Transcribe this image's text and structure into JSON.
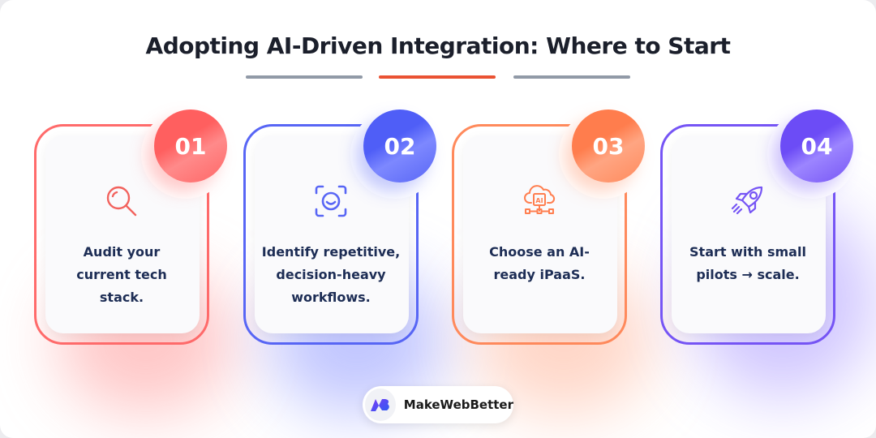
{
  "title": "Adopting AI-Driven Integration: Where to Start",
  "divider_colors": [
    "#919aa7",
    "#ea5233",
    "#919aa7"
  ],
  "steps": [
    {
      "number": "01",
      "icon": "magnifier-icon",
      "text": "Audit your current tech stack.",
      "color": "#ff6b6b",
      "gradient": [
        "#ff5f5f",
        "#ff8585"
      ]
    },
    {
      "number": "02",
      "icon": "face-scan-icon",
      "text": "Identify repetitive, decision-heavy workflows.",
      "color": "#5866f5",
      "gradient": [
        "#4f5ef7",
        "#7a86ff"
      ]
    },
    {
      "number": "03",
      "icon": "ai-cloud-network-icon",
      "text": "Choose an AI-ready iPaaS.",
      "color": "#ff8a5c",
      "gradient": [
        "#ff7d4d",
        "#ffa07a"
      ]
    },
    {
      "number": "04",
      "icon": "rocket-icon",
      "text": "Start with small pilots → scale.",
      "color": "#7655f5",
      "gradient": [
        "#6c4cf6",
        "#9a82ff"
      ]
    }
  ],
  "brand": {
    "name": "MakeWebBetter"
  }
}
